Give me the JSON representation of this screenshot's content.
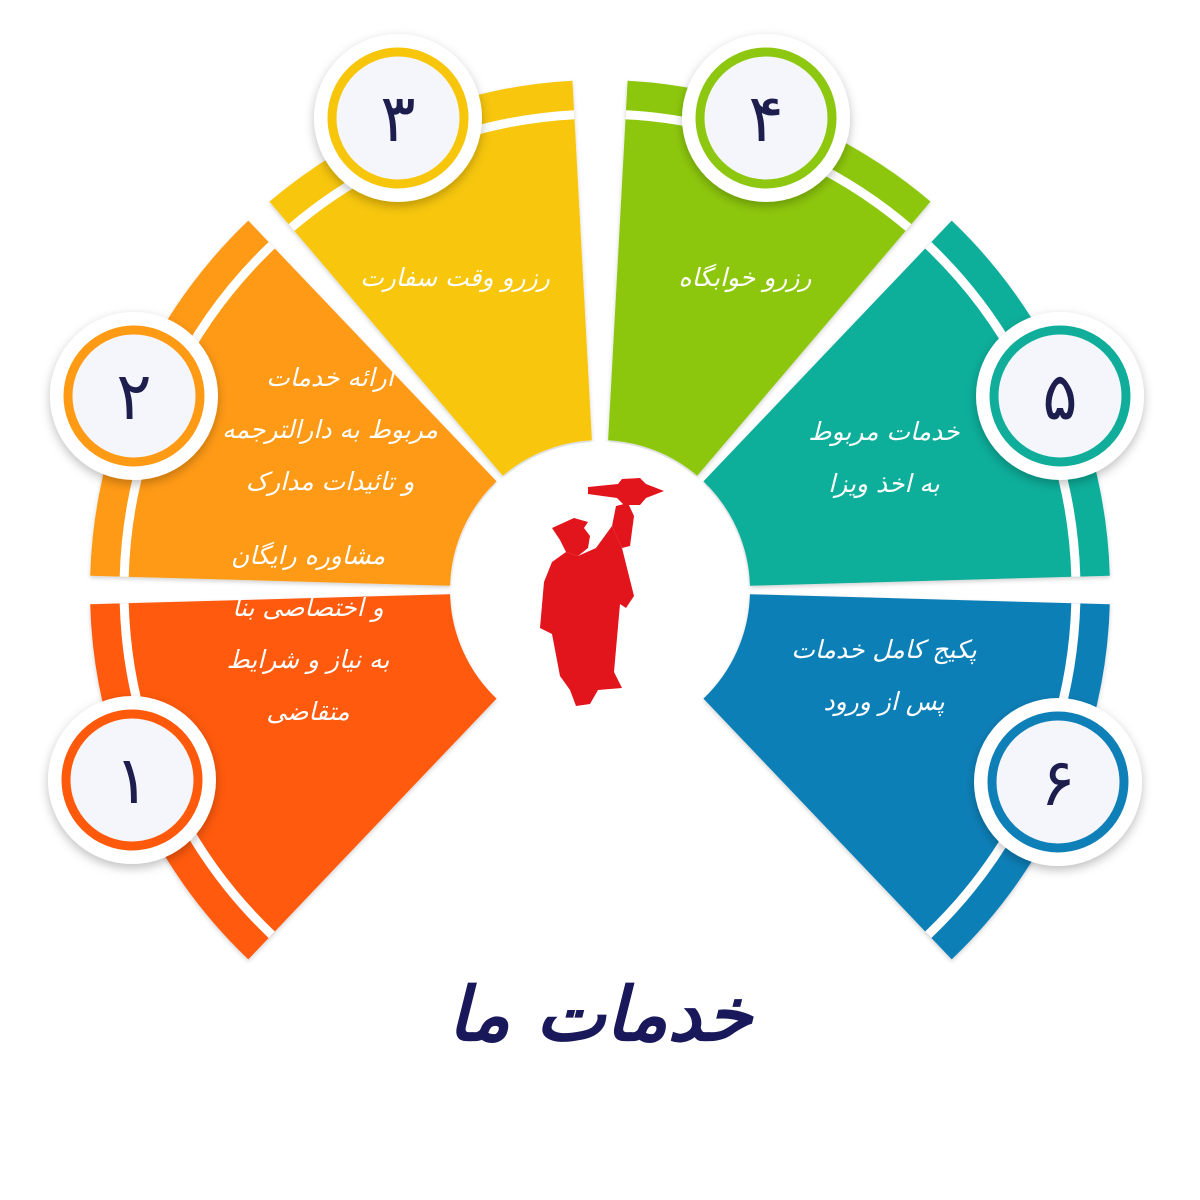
{
  "title": "خدمات ما",
  "center_icon": "graduate-silhouette-icon",
  "colors": {
    "seg1": "#ff5a0c",
    "seg2": "#ff9a14",
    "seg3": "#f7c60a",
    "seg4": "#8dc70f",
    "seg5": "#10ae9a",
    "seg6": "#0f7fb7",
    "graduate": "#e2141c",
    "title": "#18185a",
    "number": "#1d1d4e"
  },
  "segments": [
    {
      "number": "۱",
      "lines": [
        "مشاوره رایگان",
        "و اختصاصی بنا",
        "به نیاز و شرایط",
        "متقاضی"
      ]
    },
    {
      "number": "۲",
      "lines": [
        "ارائه خدمات",
        "مربوط به دارالترجمه",
        "و تائیدات مدارک"
      ]
    },
    {
      "number": "۳",
      "lines": [
        "رزرو وقت سفارت"
      ]
    },
    {
      "number": "۴",
      "lines": [
        "رزرو خوابگاه"
      ]
    },
    {
      "number": "۵",
      "lines": [
        "خدمات مربوط",
        "به اخذ ویزا"
      ]
    },
    {
      "number": "۶",
      "lines": [
        "پکیج کامل خدمات",
        "پس از ورود"
      ]
    }
  ]
}
